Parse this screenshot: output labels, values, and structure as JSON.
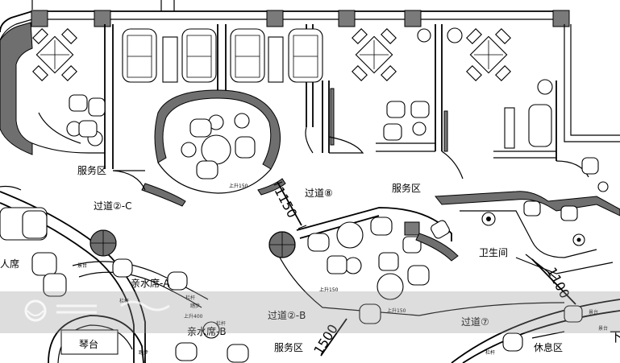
{
  "plan": {
    "labels": {
      "service_1": "服务区",
      "service_2": "服务区",
      "service_3": "服务区",
      "corridor_2c": "过道②-C",
      "corridor_8": "过道⑧",
      "corridor_2b": "过道②-B",
      "corridor_7": "过道⑦",
      "restroom": "卫生间",
      "lounge": "休息区",
      "seating_left": "人席",
      "seating_a": "亲水席-A",
      "seating_b": "亲水席-B",
      "piano": "琴台",
      "partial_right": "下"
    },
    "small_labels": {
      "up150_a": "上升150",
      "up150_b": "上升150",
      "up150_c": "上升150",
      "up400": "上升400",
      "railing_a": "栏杆",
      "railing_b": "栏杆",
      "railing_c": "栏杆",
      "railing_d": "栏杆",
      "stage_a": "景台",
      "stage_b": "景台",
      "stage_c": "景台",
      "step_a": "踏步",
      "step_b": "踏步"
    },
    "dimensions": {
      "d1150": "1150",
      "d1100": "1100",
      "d1500": "1500"
    }
  },
  "colors": {
    "line": "#000000",
    "wall_fill": "#6f6f6f",
    "background": "#ffffff",
    "watermark_band": "#969696"
  }
}
